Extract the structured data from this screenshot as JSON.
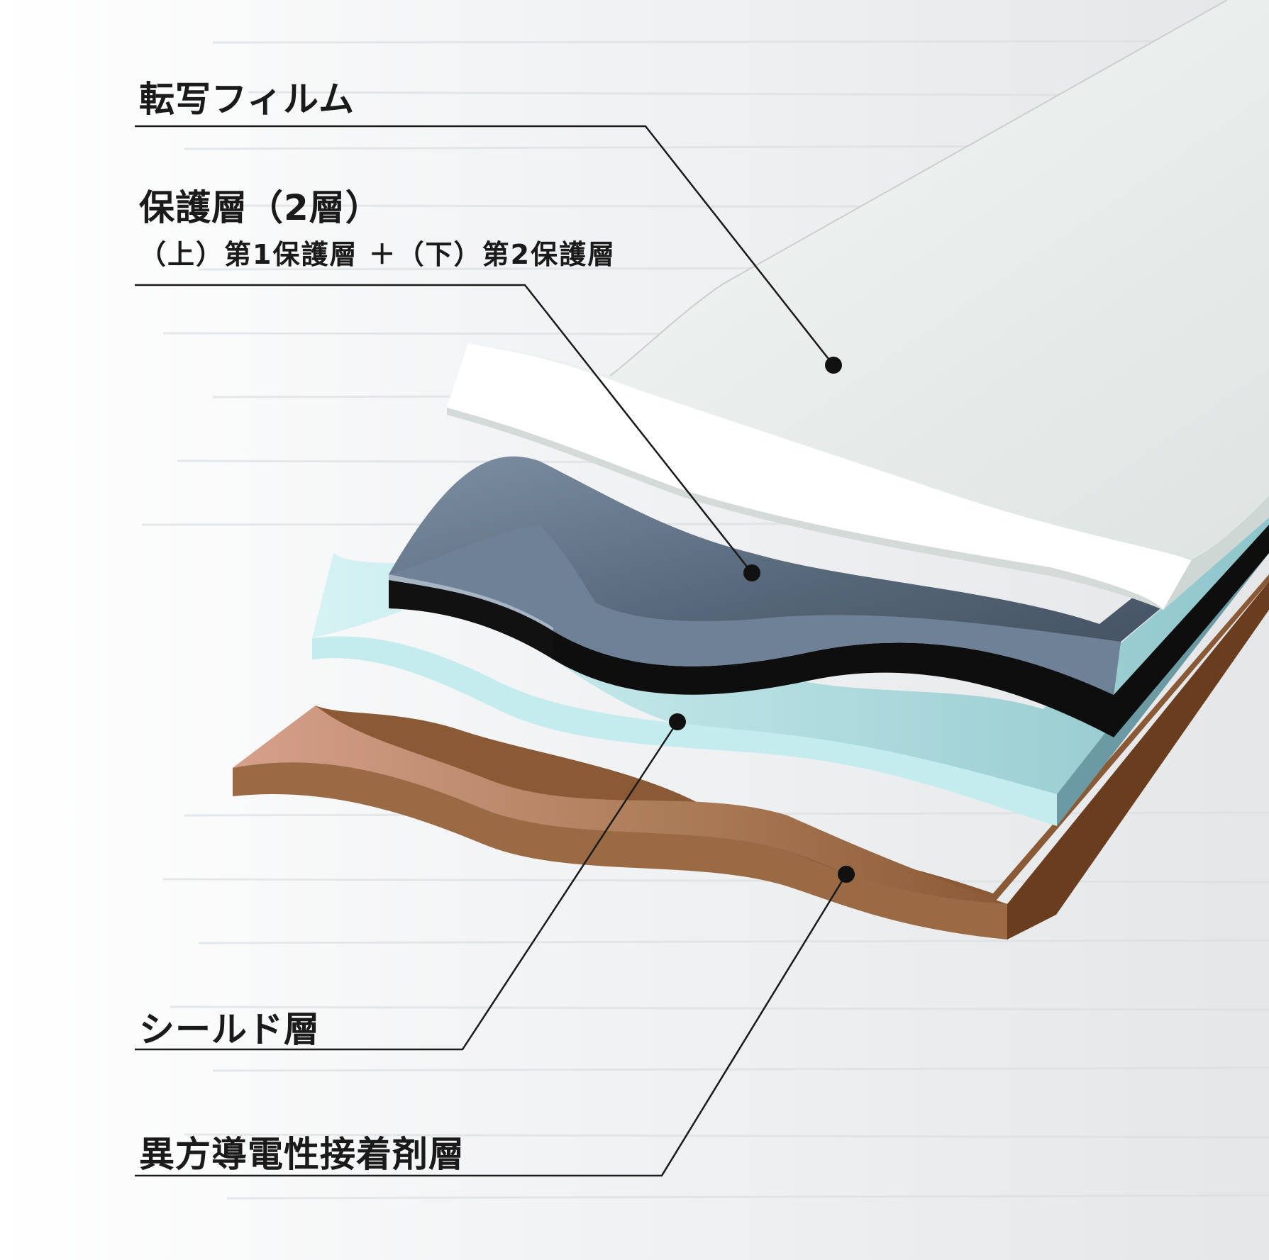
{
  "labels": {
    "transfer_film": "転写フィルム",
    "protective_layer": "保護層（2層）",
    "protective_layer_detail": "（上）第1保護層 ＋（下）第2保護層",
    "shield_layer": "シールド層",
    "adhesive_layer": "異方導電性接着剤層"
  },
  "colors": {
    "film": "#e6ecea",
    "protective_top": "#5a6b7e",
    "protective_bottom": "#111111",
    "shield": "#a6dcdf",
    "adhesive": "#a7744f",
    "leader": "#1a1a1a"
  }
}
